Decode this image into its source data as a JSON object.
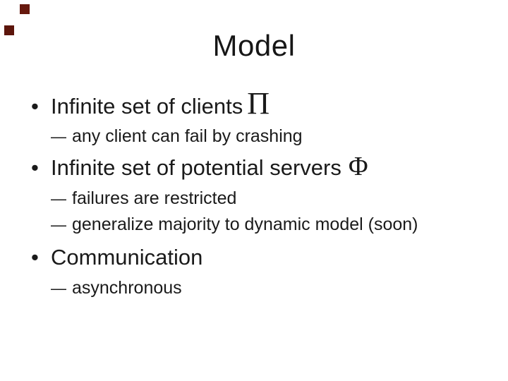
{
  "slide": {
    "title": "Model",
    "marker_level1": "•",
    "marker_level2": "—",
    "decorations": {
      "square_top": {
        "color": "#67190e"
      },
      "square_bottom": {
        "color": "#5c150b"
      }
    },
    "bullets": [
      {
        "level": 1,
        "text": "Infinite set of clients",
        "symbol": "Π"
      },
      {
        "level": 2,
        "text": "any client can fail by crashing"
      },
      {
        "level": 1,
        "text": "Infinite set of potential servers",
        "symbol": "Φ"
      },
      {
        "level": 2,
        "text": "failures are restricted"
      },
      {
        "level": 2,
        "text": "generalize majority to dynamic model (soon)"
      },
      {
        "level": 1,
        "text": "Communication"
      },
      {
        "level": 2,
        "text": "asynchronous"
      }
    ]
  }
}
